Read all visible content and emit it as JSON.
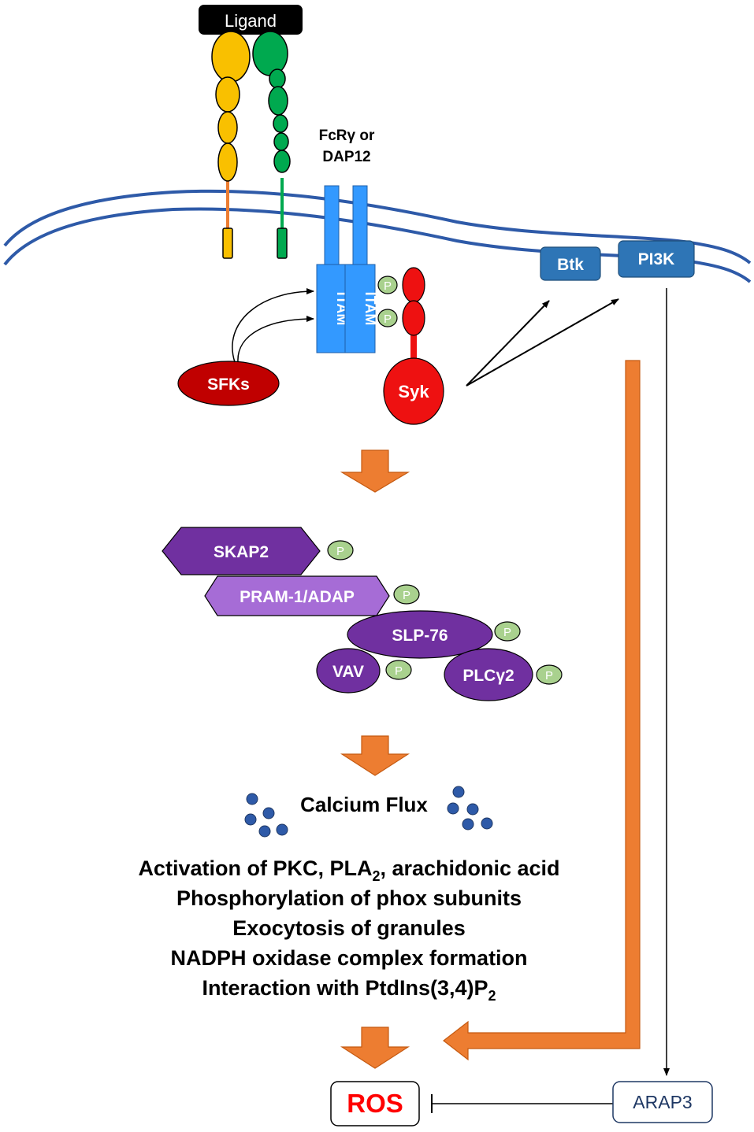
{
  "labels": {
    "ligand": "Ligand",
    "fcr_line1": "FcRγ or",
    "fcr_line2": "DAP12",
    "itam": "ITAM",
    "p": "P",
    "sfks": "SFKs",
    "syk": "Syk",
    "btk": "Btk",
    "pi3k": "PI3K",
    "skap2": "SKAP2",
    "pram1": "PRAM-1/ADAP",
    "slp76": "SLP-76",
    "vav": "VAV",
    "plcg2": "PLCγ2",
    "calcium_flux": "Calcium Flux",
    "ros": "ROS",
    "arap3": "ARAP3"
  },
  "effects": {
    "line1_pre": "Activation of PKC, PLA",
    "line1_sub": "2",
    "line1_post": ", arachidonic acid",
    "line2": "Phosphorylation of phox subunits",
    "line3": "Exocytosis of granules",
    "line4": "NADPH oxidase complex formation",
    "line5_pre": "Interaction with PtdIns(3,4)P",
    "line5_sub": "2"
  },
  "colors": {
    "yellow": "#f9c000",
    "green": "#00a94f",
    "blue_receptor": "#3399ff",
    "membrane": "#2e5aa8",
    "red": "#ee1111",
    "dark_red": "#c00000",
    "kinase_blue": "#2e75b6",
    "purple": "#7030a0",
    "light_purple": "#a66cd6",
    "phospho": "#a9d18e",
    "orange": "#ed7d31",
    "calcium": "#2e5aa8",
    "ros_text": "#ff0000",
    "arap3_border": "#1f3864"
  }
}
